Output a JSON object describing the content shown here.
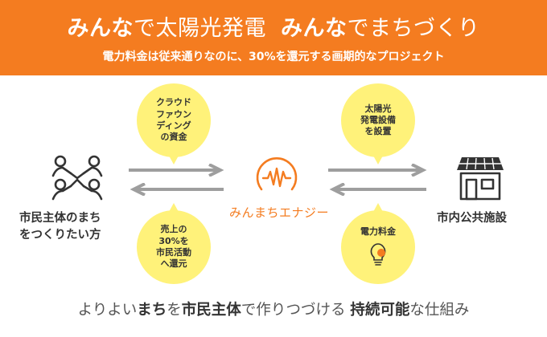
{
  "banner": {
    "headline_a_bold": "みんな",
    "headline_a_rest": "で太陽光発電",
    "headline_b_bold": "みんな",
    "headline_b_rest": "でまちづくり",
    "subline": "電力料金は従来通りなのに、30%を還元する画期的なプロジェクト"
  },
  "diagram": {
    "bubble_funding": [
      "クラウド",
      "ファウン",
      "ディング",
      "の資金"
    ],
    "bubble_return": [
      "売上の",
      "30%を",
      "市民活動",
      "へ還元"
    ],
    "bubble_install": [
      "太陽光",
      "発電設備",
      "を設置"
    ],
    "bubble_fee": [
      "電力料金"
    ],
    "citizens_label": [
      "市民主体のまち",
      "をつくりたい方"
    ],
    "facility_label": "市内公共施設",
    "company_name": "みんまちエナジー"
  },
  "footer": {
    "parts": [
      "よりよい",
      "まち",
      "を",
      "市民主体",
      "で作りつづける ",
      "持続可能",
      "な仕組み"
    ]
  },
  "colors": {
    "accent": "#f47c20",
    "bubble": "#fff27a",
    "arrow": "#9e9e9e",
    "text": "#333333"
  },
  "icons": {
    "citizens": "people-group-icon",
    "company_logo": "sun-wave-icon",
    "facility": "solar-house-icon",
    "fee": "lightbulb-icon"
  }
}
